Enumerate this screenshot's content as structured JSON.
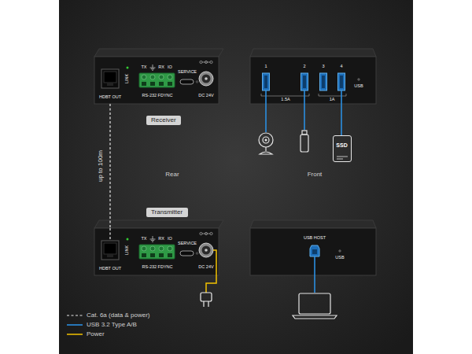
{
  "diagram": {
    "nodes": [
      {
        "text": [
          "HDBT OUT",
          "LINK",
          "TX",
          "RX",
          "IO",
          "RS-232 FDYNC",
          "SERVICE",
          "DC 24V"
        ]
      },
      {
        "text": [
          "1",
          "2",
          "3",
          "4",
          "1.5A",
          "1A",
          "USB"
        ]
      },
      {
        "text": [
          "Receiver"
        ]
      },
      {
        "text": [
          "SSD"
        ]
      },
      {
        "text": [
          "Transmitter"
        ]
      },
      {
        "text": [
          "HDBT OUT",
          "LINK",
          "TX",
          "RX",
          "IO",
          "RS-232 FDYNC",
          "SERVICE",
          "DC 24V"
        ]
      },
      {
        "text": [
          "USB HOST",
          "USB"
        ]
      }
    ],
    "edges": [
      {
        "from": 0,
        "to": 5,
        "label": "up to 100m",
        "arrow": "none"
      },
      {
        "from": 1,
        "to": 3,
        "arrow": "none"
      }
    ],
    "labels": [
      "Rear",
      "Front"
    ],
    "legend": [
      {
        "text": "Cat. 6a (data & power)"
      },
      {
        "text": "USB 3.2 Type A/B"
      },
      {
        "text": "Power"
      }
    ]
  }
}
